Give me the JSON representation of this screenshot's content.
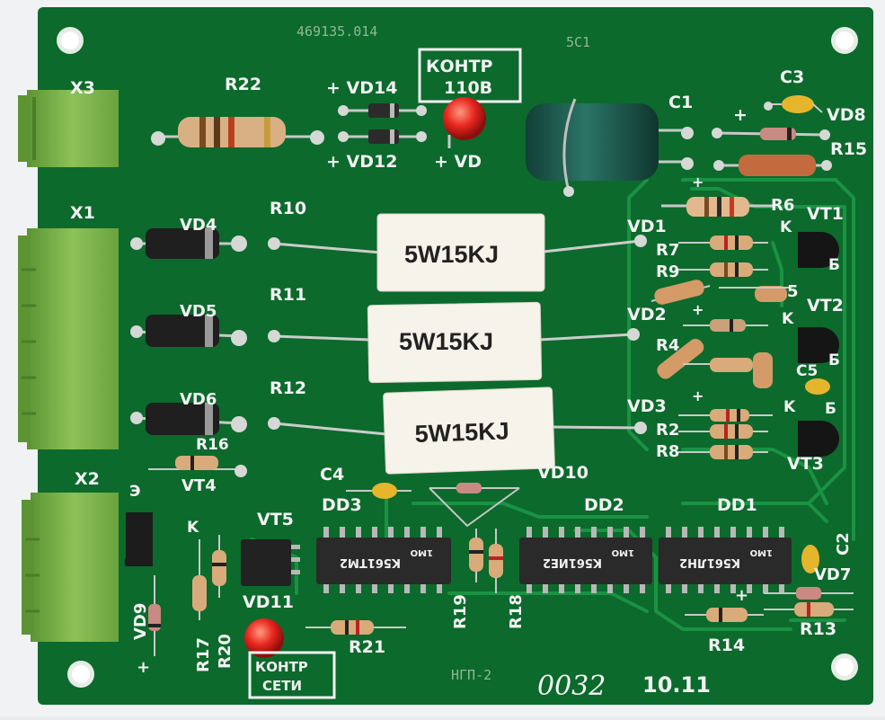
{
  "colors": {
    "pcb": "#0c6a2c",
    "pcb_dark": "#075020",
    "trace": "#139a3e",
    "terminal": "#7fb54b",
    "power_resistor": "#f6f3ea",
    "led": "#e8261f",
    "electrolytic": "#1d5a4e"
  },
  "board": {
    "part_number": "469135.014",
    "code": "5С1",
    "ref": "НГП-2",
    "serial": "0032",
    "date": "10.11"
  },
  "boxes": {
    "kontr_110": {
      "line1": "КОНТР",
      "line2": "110В"
    },
    "kontr_seti": {
      "line1": "КОНТР",
      "line2": "СЕТИ"
    }
  },
  "power_resistors": [
    "5W15KJ",
    "5W15KJ",
    "5W15KJ"
  ],
  "connectors": {
    "x3": "X3",
    "x1": "X1",
    "x2": "X2"
  },
  "labels": {
    "r22": "R22",
    "vd14": "+ VD14",
    "vd12": "+ VD12",
    "vd_plus": "+ VD",
    "c1": "C1",
    "c3": "C3",
    "vd8": "VD8",
    "r15": "R15",
    "plus": "+",
    "vd4": "VD4",
    "vd5": "VD5",
    "vd6": "VD6",
    "r10": "R10",
    "r11": "R11",
    "r12": "R12",
    "vd1": "VD1",
    "vd2": "VD2",
    "vd3": "VD3",
    "r6": "R6",
    "r7": "R7",
    "r9": "R9",
    "r4": "R4",
    "r5": "5",
    "r2": "R2",
    "r8": "R8",
    "vt1": "VT1",
    "vt2": "VT2",
    "vt3": "VT3",
    "vt4": "VT4",
    "vt5": "VT5",
    "k1": "K",
    "k2": "K",
    "k3": "K",
    "k4": "K",
    "b1": "Б",
    "b2": "Б",
    "b3": "Б",
    "e3": "Э",
    "c5": "C5",
    "c4": "C4",
    "c2": "C2",
    "dd1": "DD1",
    "dd2": "DD2",
    "dd3": "DD3",
    "vd10": "VD10",
    "vd11": "VD11",
    "vd9": "VD9",
    "vd7": "VD7",
    "r16": "R16",
    "r17": "R17",
    "r18": "R18",
    "r19": "R19",
    "r20": "R20",
    "r21": "R21",
    "r13": "R13",
    "r14": "R14",
    "plus_left": "+",
    "plus_r14": "+"
  },
  "chips": {
    "dd3": {
      "mark": "K561TM2",
      "sub": "1МО"
    },
    "dd2": {
      "mark": "K561ИЕ2",
      "sub": "1МО"
    },
    "dd1": {
      "mark": "K561ЛН2",
      "sub": "1МО"
    }
  }
}
